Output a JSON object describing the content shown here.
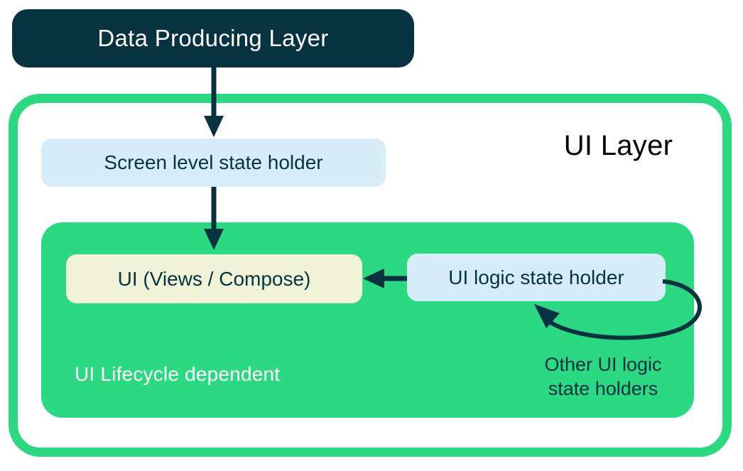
{
  "diagram": {
    "title": "UI Layer",
    "nodes": {
      "data_producing": {
        "label": "Data Producing Layer"
      },
      "screen_state_holder": {
        "label": "Screen level state holder"
      },
      "ui_views": {
        "label": "UI (Views / Compose)"
      },
      "ui_logic_state_holder": {
        "label": "UI logic state holder"
      },
      "lifecycle_note": {
        "label": "UI Lifecycle dependent"
      },
      "other_holders": {
        "line1": "Other UI logic",
        "line2": "state holders"
      }
    },
    "edges": [
      {
        "from": "data_producing",
        "to": "screen_state_holder",
        "type": "straight-down"
      },
      {
        "from": "screen_state_holder",
        "to": "ui_views",
        "type": "straight-down"
      },
      {
        "from": "ui_logic_state_holder",
        "to": "ui_views",
        "type": "straight-left"
      },
      {
        "from": "ui_logic_state_holder",
        "to": "ui_logic_state_holder",
        "type": "self-loop",
        "label": "Other UI logic state holders"
      }
    ],
    "colors": {
      "navy": "#073240",
      "green": "#2dd882",
      "light_blue": "#d6edf8",
      "cream": "#f1f3d8",
      "background": "#ffffff",
      "title_text": "#000000"
    }
  }
}
